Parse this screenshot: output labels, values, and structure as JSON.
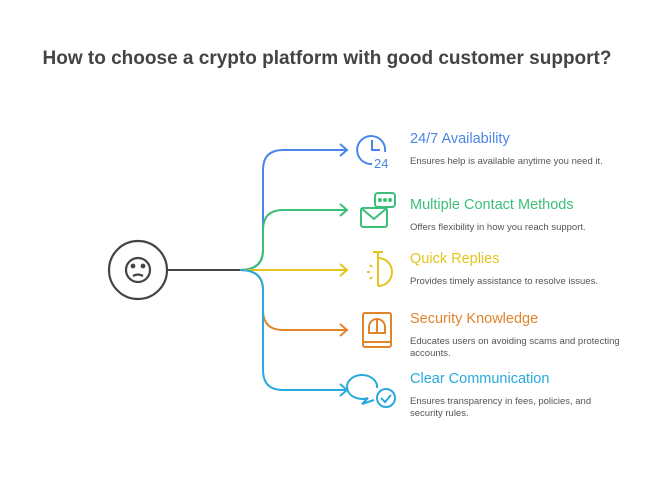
{
  "title": "How to choose a crypto platform with good customer support?",
  "center_icon": "thinking-face-icon",
  "items": [
    {
      "title": "24/7 Availability",
      "description": "Ensures help is available anytime you need it.",
      "color": "#4a86e8",
      "icon": "clock-24-icon"
    },
    {
      "title": "Multiple Contact Methods",
      "description": "Offers flexibility in how you reach support.",
      "color": "#3cbf78",
      "icon": "envelope-chat-icon"
    },
    {
      "title": "Quick Replies",
      "description": "Provides timely assistance to resolve issues.",
      "color": "#e3c51c",
      "icon": "stopwatch-icon"
    },
    {
      "title": "Security Knowledge",
      "description": "Educates users on avoiding scams and protecting accounts.",
      "color": "#e0852c",
      "icon": "security-book-icon"
    },
    {
      "title": "Clear Communication",
      "description": "Ensures transparency in fees, policies, and security rules.",
      "color": "#29a9dc",
      "icon": "chat-check-icon"
    }
  ]
}
